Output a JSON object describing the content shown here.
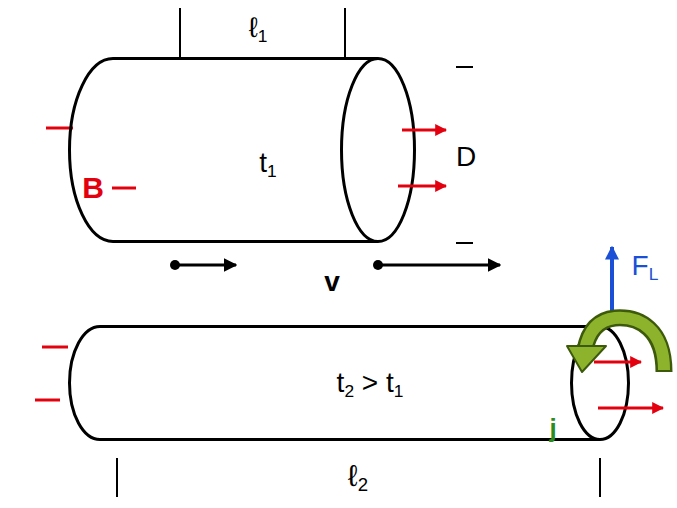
{
  "diagram": {
    "nodes": [
      {
        "text": [
          "t1"
        ]
      },
      {
        "text": [
          "t2 > t1"
        ]
      }
    ],
    "labels": [
      "ℓ1",
      "B",
      "D",
      "v",
      "FL",
      "j",
      "ℓ2"
    ]
  }
}
